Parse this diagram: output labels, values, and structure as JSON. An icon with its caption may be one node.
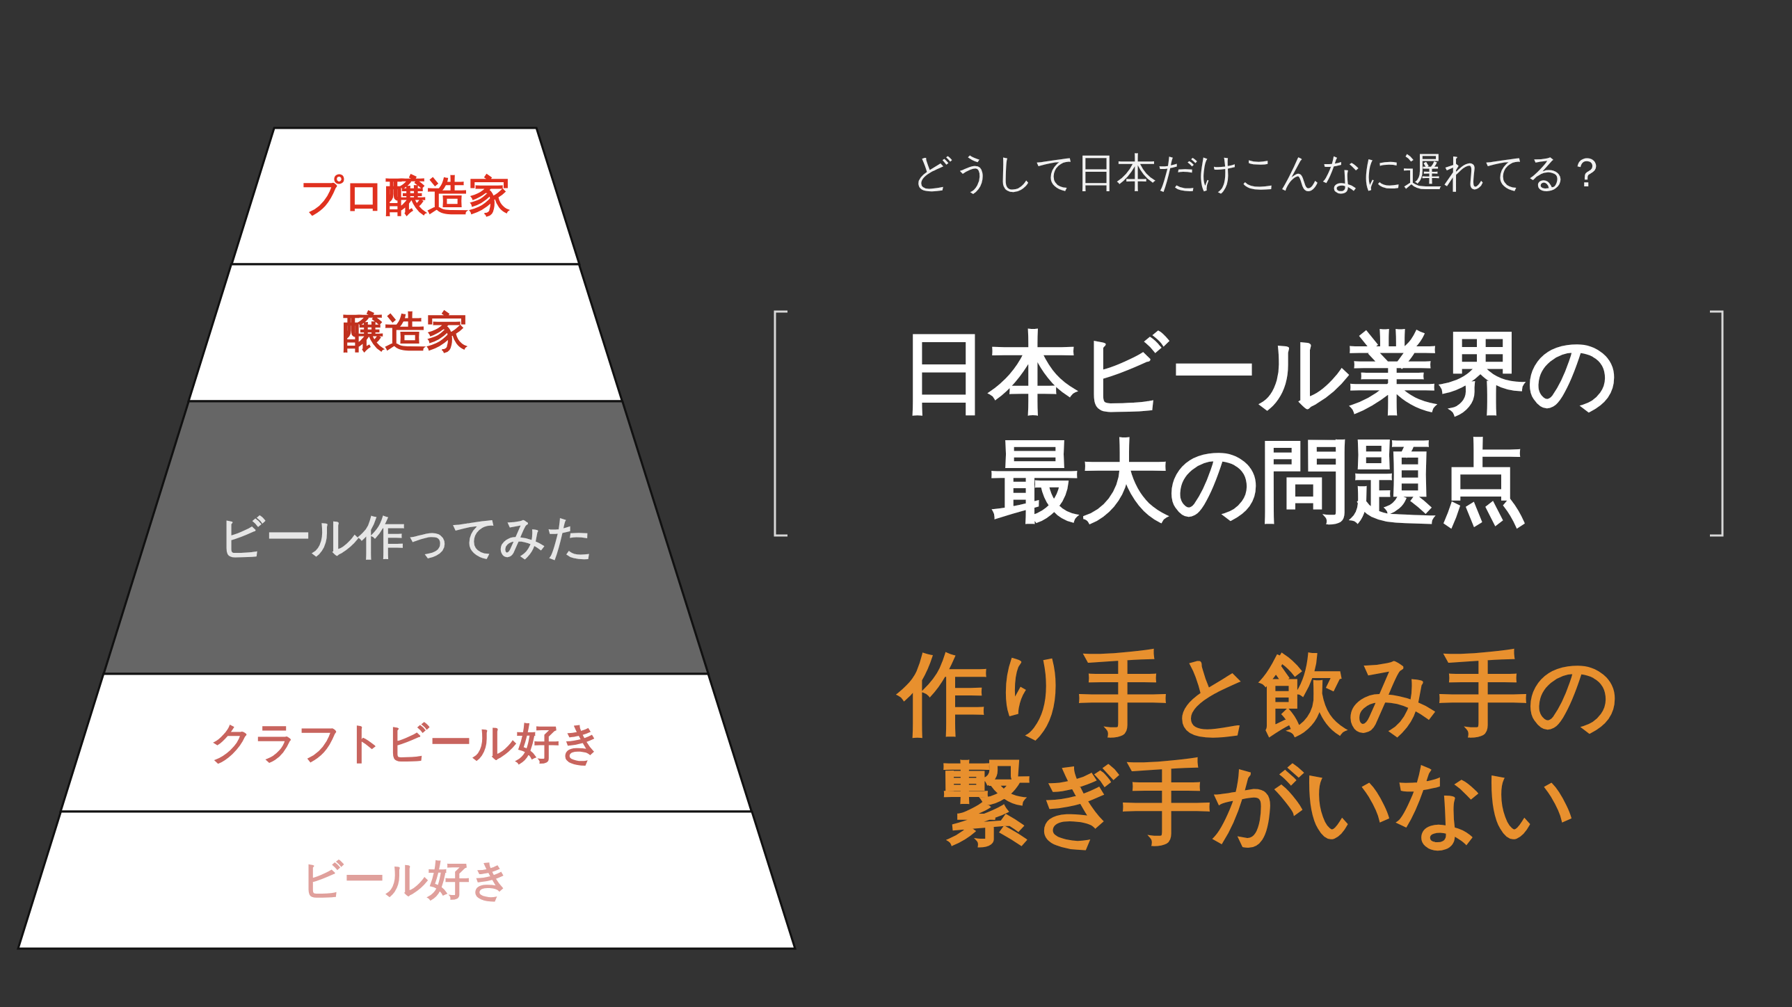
{
  "diagram": {
    "nodes": [
      {
        "text": [
          "プロ醸造家"
        ]
      },
      {
        "text": [
          "醸造家"
        ]
      },
      {
        "text": [
          "ビール作ってみた"
        ]
      },
      {
        "text": [
          "クラフトビール好き"
        ]
      },
      {
        "text": [
          "ビール好き"
        ]
      }
    ],
    "labels": [
      "どうして日本だけこんなに遅れてる？",
      "日本ビール業界の最大の問題点",
      "作り手と飲み手の繋ぎ手がいない"
    ]
  }
}
